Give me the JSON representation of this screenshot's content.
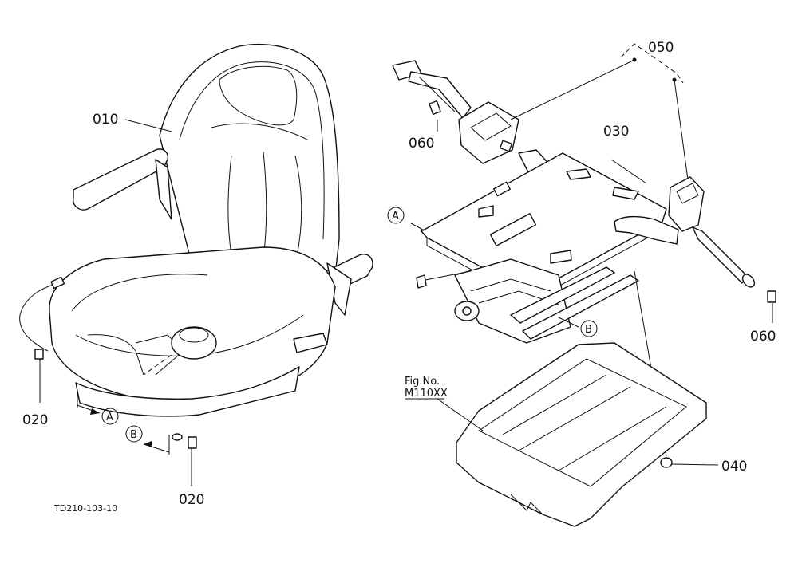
{
  "parts": {
    "p010": "010",
    "p020a": "020",
    "p020b": "020",
    "p030": "030",
    "p040": "040",
    "p050": "050",
    "p060a": "060",
    "p060b": "060"
  },
  "refs": {
    "a_left": "A",
    "b_left": "B",
    "a_right": "A",
    "b_right": "B"
  },
  "fig_ref": {
    "line1": "Fig.No.",
    "line2": "M110XX"
  },
  "drawing_code": "TD210-103-10"
}
